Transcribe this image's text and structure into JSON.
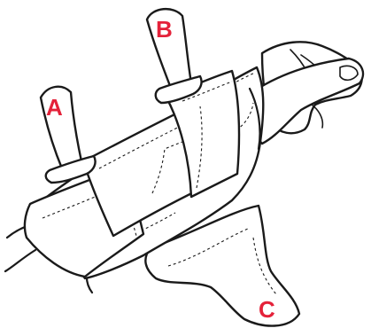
{
  "labels": {
    "a": "A",
    "b": "B",
    "c": "C"
  },
  "colors": {
    "label": "#e4223a",
    "outline": "#1a1a1a",
    "fill": "#ffffff"
  }
}
